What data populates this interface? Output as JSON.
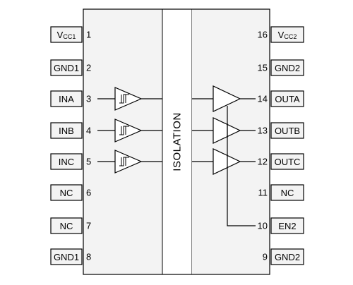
{
  "isolation_label": "ISOLATION",
  "left_pins": [
    {
      "num": "1",
      "label_main": "V",
      "label_sub": "CC1"
    },
    {
      "num": "2",
      "label_main": "GND1",
      "label_sub": ""
    },
    {
      "num": "3",
      "label_main": "INA",
      "label_sub": ""
    },
    {
      "num": "4",
      "label_main": "INB",
      "label_sub": ""
    },
    {
      "num": "5",
      "label_main": "INC",
      "label_sub": ""
    },
    {
      "num": "6",
      "label_main": "NC",
      "label_sub": ""
    },
    {
      "num": "7",
      "label_main": "NC",
      "label_sub": ""
    },
    {
      "num": "8",
      "label_main": "GND1",
      "label_sub": ""
    }
  ],
  "right_pins": [
    {
      "num": "16",
      "label_main": "V",
      "label_sub": "CC2"
    },
    {
      "num": "15",
      "label_main": "GND2",
      "label_sub": ""
    },
    {
      "num": "14",
      "label_main": "OUTA",
      "label_sub": ""
    },
    {
      "num": "13",
      "label_main": "OUTB",
      "label_sub": ""
    },
    {
      "num": "12",
      "label_main": "OUTC",
      "label_sub": ""
    },
    {
      "num": "11",
      "label_main": "NC",
      "label_sub": ""
    },
    {
      "num": "10",
      "label_main": "EN2",
      "label_sub": ""
    },
    {
      "num": "9",
      "label_main": "GND2",
      "label_sub": ""
    }
  ]
}
